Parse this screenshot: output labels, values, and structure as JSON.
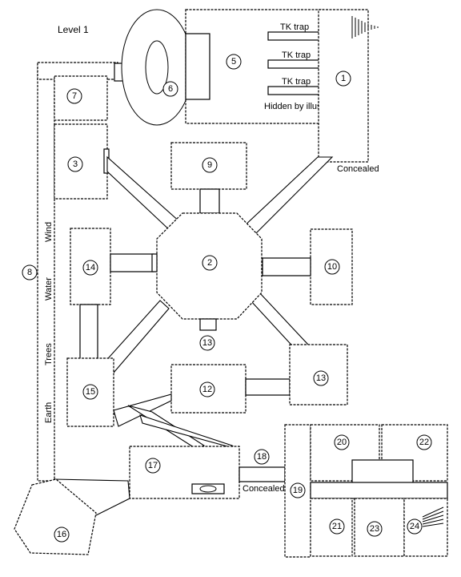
{
  "map": {
    "title": "Level 1",
    "room_numbers": [
      "1",
      "2",
      "3",
      "5",
      "6",
      "7",
      "8",
      "9",
      "10",
      "12",
      "13",
      "13",
      "14",
      "15",
      "16",
      "17",
      "18",
      "19",
      "20",
      "21",
      "22",
      "23",
      "24"
    ],
    "traps": [
      "TK trap",
      "TK trap",
      "TK trap"
    ],
    "notes": {
      "illusion": "Hidden by illusion",
      "concealed_1": "Concealed",
      "concealed_2": "Concealed"
    },
    "corridor_labels": [
      "Wind",
      "Water",
      "Trees",
      "Earth"
    ]
  }
}
